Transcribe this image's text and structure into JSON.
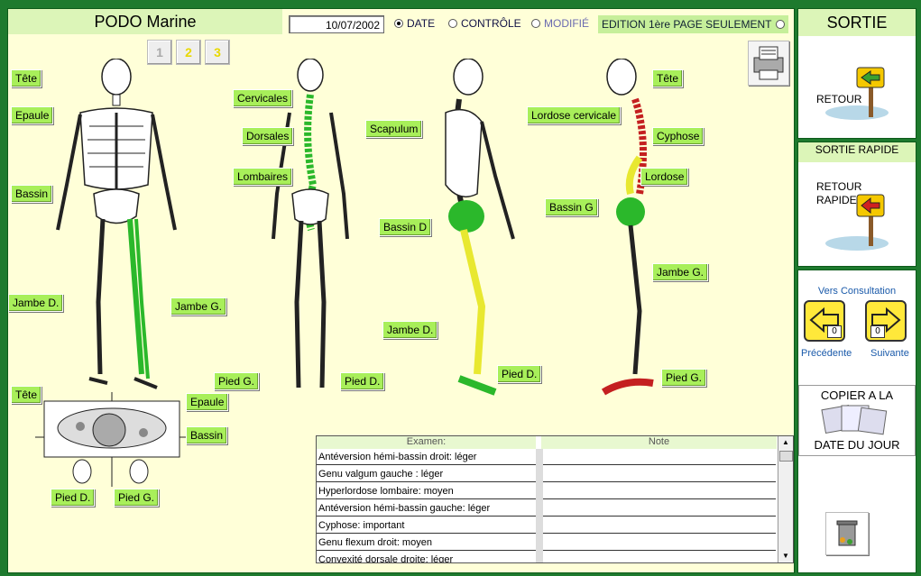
{
  "header": {
    "title": "PODO Marine",
    "date": "10/07/2002",
    "radio_date": "DATE",
    "radio_controle": "CONTRÔLE",
    "radio_modifie": "MODIFIÉ",
    "edition": "EDITION 1ère PAGE SEULEMENT"
  },
  "pages": [
    "1",
    "2",
    "3"
  ],
  "labels": {
    "front": [
      "Tête",
      "Epaule",
      "Bassin",
      "Jambe D.",
      "Jambe G.",
      "Pied G."
    ],
    "spine": [
      "Cervicales",
      "Dorsales",
      "Lombaires",
      "Pied D."
    ],
    "side": [
      "Scapulum",
      "Bassin D",
      "Jambe D.",
      "Pied D."
    ],
    "side2": [
      "Tête",
      "Lordose cervicale",
      "Cyphose",
      "Lordose",
      "Bassin G",
      "Jambe G.",
      "Pied G."
    ],
    "foot": [
      "Tête",
      "Epaule",
      "Bassin",
      "Pied D.",
      "Pied G."
    ]
  },
  "table": {
    "col1": "Examen:",
    "col2": "Note",
    "rows": [
      "Antéversion hémi-bassin droit: léger",
      "Genu valgum gauche : léger",
      "Hyperlordose lombaire: moyen",
      "Antéversion hémi-bassin gauche: léger",
      "Cyphose: important",
      "Genu flexum droit: moyen",
      "Convexité dorsale droite: léger"
    ]
  },
  "sidebar": {
    "sortie": "SORTIE",
    "retour": "RETOUR",
    "sortie_rapide": "SORTIE RAPIDE",
    "retour_rapide_1": "RETOUR",
    "retour_rapide_2": "RAPIDE",
    "vers_consultation": "Vers Consultation",
    "precedente": "Précédente",
    "suivante": "Suivante",
    "prev_count": "0",
    "next_count": "0",
    "copier_1": "COPIER A LA",
    "copier_2": "DATE DU JOUR"
  }
}
